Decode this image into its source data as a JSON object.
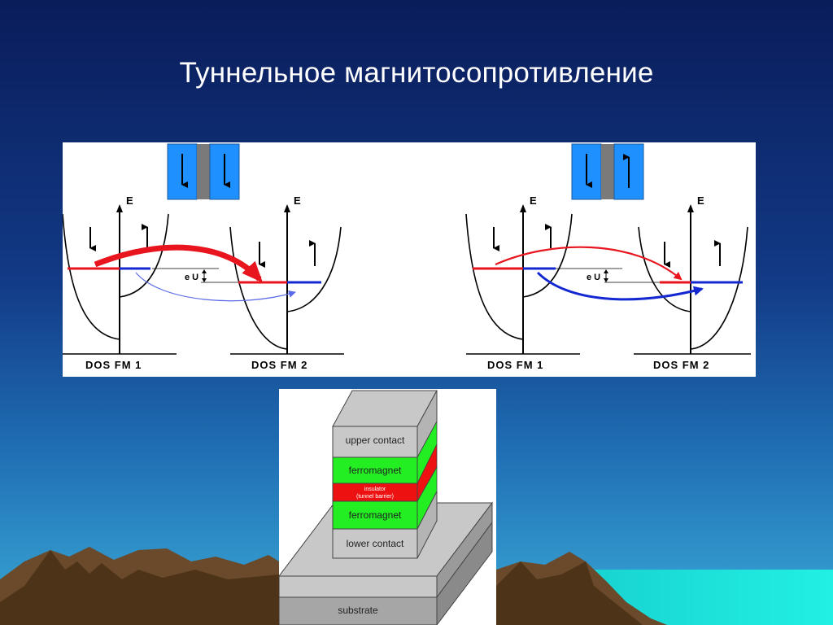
{
  "slide": {
    "title": "Туннельное магнитосопротивление"
  },
  "band_diagram": {
    "axis_label": "E",
    "voltage_label": "e U",
    "left_panel": {
      "dos_left": "DOS  FM  1",
      "dos_right": "DOS  FM  2"
    },
    "right_panel": {
      "dos_left": "DOS  FM  1",
      "dos_right": "DOS  FM  2"
    },
    "colors": {
      "majority_channel": "#e8141e",
      "minority_channel": "#1428d2",
      "magnet": "#1e90ff",
      "barrier_gray": "#7a7a7a"
    }
  },
  "mtj_stack": {
    "layers": {
      "upper_contact": "upper contact",
      "ferromagnet_top": "ferromagnet",
      "insulator": "insulator",
      "insulator_sub": "(tunnel barrier)",
      "ferromagnet_bottom": "ferromagnet",
      "lower_contact": "lower contact",
      "substrate": "substrate"
    },
    "colors": {
      "ferromagnet": "#22ee22",
      "insulator": "#ee1111",
      "metal": "#c8c8c8"
    }
  }
}
